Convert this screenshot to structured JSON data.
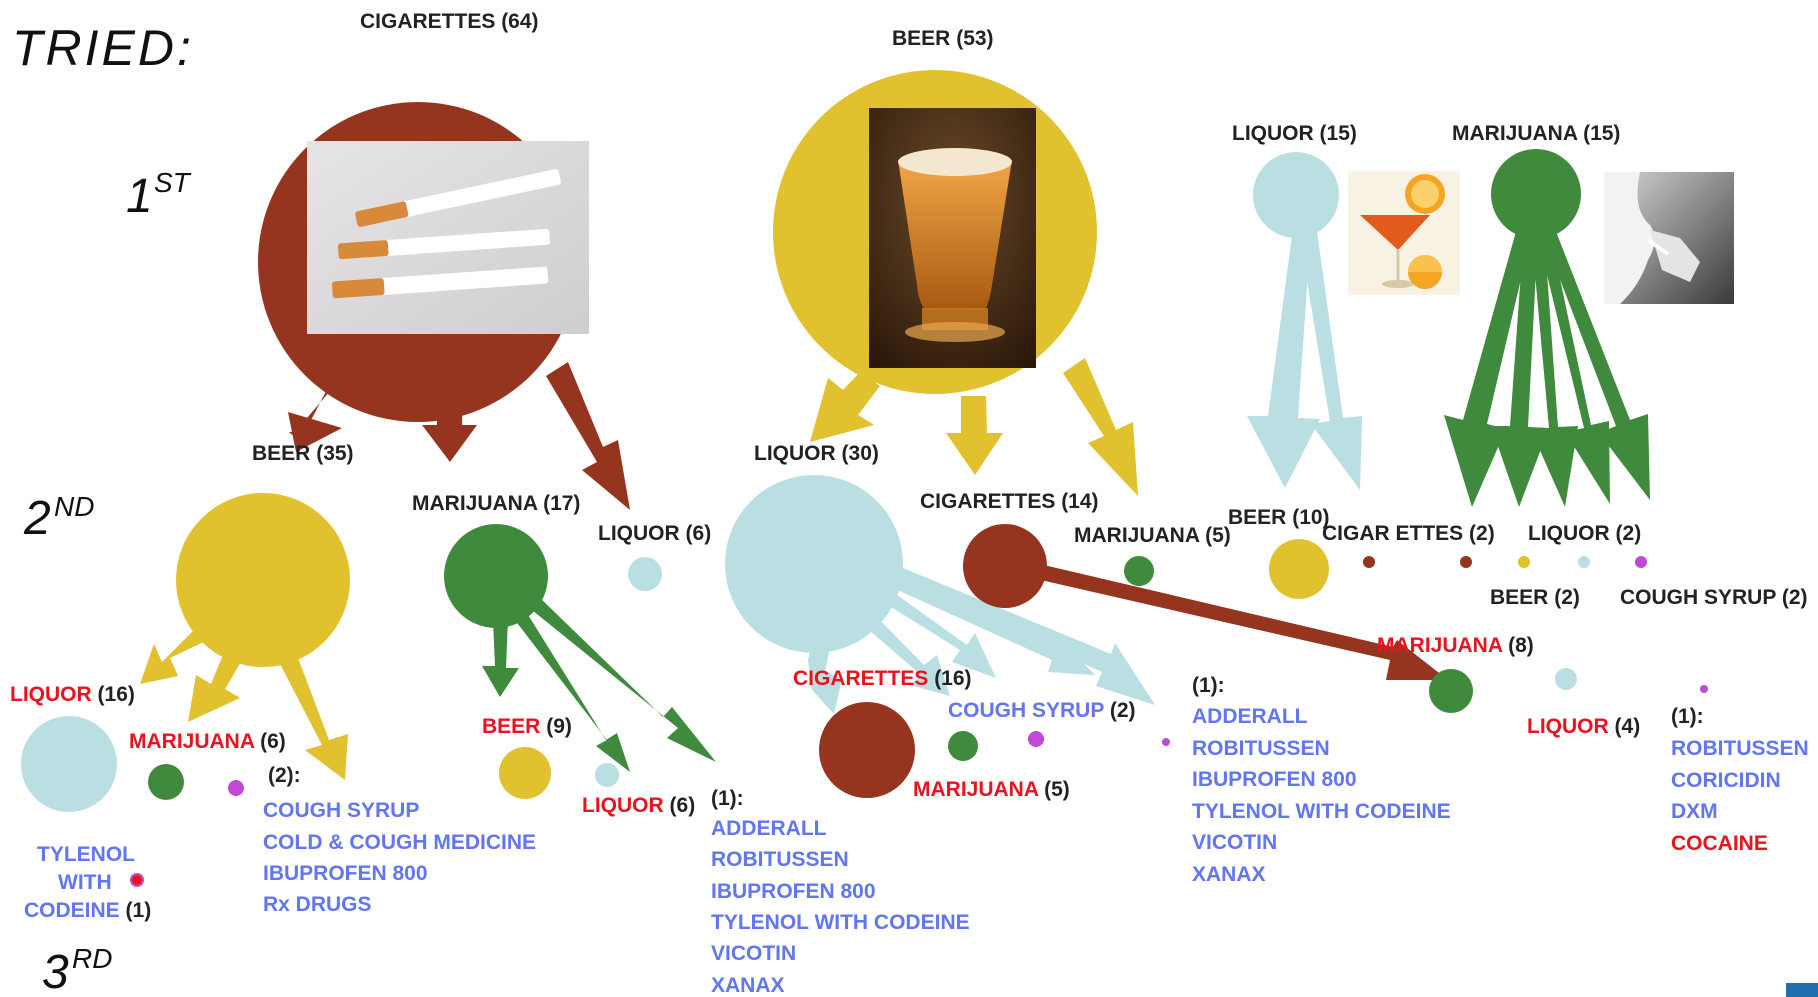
{
  "title": "TRIED:",
  "stages": [
    {
      "num": "1",
      "sup": "ST"
    },
    {
      "num": "2",
      "sup": "ND"
    },
    {
      "num": "3",
      "sup": "RD"
    }
  ],
  "colors": {
    "cigarettes": "#96351f",
    "beer": "#e2c12f",
    "liquor": "#b9dfe3",
    "marijuana": "#3f8a3c",
    "cough_syrup": "#c04ad6",
    "red_text": "#e8141c",
    "blue_text": "#6176f0"
  },
  "first": [
    {
      "key": "cig",
      "name": "CIGARETTES",
      "count": "(64)",
      "image": "cigarettes-photo"
    },
    {
      "key": "beer",
      "name": "BEER",
      "count": "(53)",
      "image": "beer-glass-photo"
    },
    {
      "key": "liq",
      "name": "LIQUOR",
      "count": "(15)",
      "image": "cocktail-photo"
    },
    {
      "key": "mj",
      "name": "MARIJUANA",
      "count": "(15)",
      "image": "smoking-photo"
    }
  ],
  "second": {
    "cig_beer": {
      "name": "BEER",
      "count": "(35)"
    },
    "cig_mj": {
      "name": "MARIJUANA",
      "count": "(17)"
    },
    "cig_liq": {
      "name": "LIQUOR",
      "count": "(6)"
    },
    "beer_liq": {
      "name": "LIQUOR",
      "count": "(30)"
    },
    "beer_cig": {
      "name": "CIGARETTES",
      "count": "(14)"
    },
    "beer_mj": {
      "name": "MARIJUANA",
      "count": "(5)"
    },
    "liq_beer": {
      "name": "BEER",
      "count": "(10)"
    },
    "liq_cig": {
      "name": "CIGAR ETTES",
      "count": "(2)"
    },
    "mj_liq": {
      "name": "LIQUOR",
      "count": "(2)"
    },
    "mj_beer": {
      "name": "BEER",
      "count": "(2)"
    },
    "mj_cough": {
      "name": "COUGH SYRUP",
      "count": "(2)"
    }
  },
  "third": {
    "a_liq": {
      "name": "LIQUOR",
      "count": "(16)"
    },
    "a_mj": {
      "name": "MARIJUANA",
      "count": "(6)"
    },
    "a_tyl": {
      "lines": [
        "TYLENOL",
        "WITH",
        "CODEINE"
      ],
      "count": "(1)"
    },
    "a_list_head": "(2):",
    "a_list": [
      "COUGH SYRUP",
      "COLD & COUGH MEDICINE",
      "IBUPROFEN 800",
      "Rx DRUGS"
    ],
    "b_beer": {
      "name": "BEER",
      "count": "(9)"
    },
    "b_liq": {
      "name": "LIQUOR",
      "count": "(6)"
    },
    "b_list_head": "(1):",
    "b_list": [
      "ADDERALL",
      "ROBITUSSEN",
      "IBUPROFEN 800",
      "TYLENOL WITH CODEINE",
      "VICOTIN",
      "XANAX"
    ],
    "c_cig": {
      "name": "CIGARETTES",
      "count": "(16)"
    },
    "c_cough": {
      "name": "COUGH SYRUP",
      "count": "(2)"
    },
    "c_mj": {
      "name": "MARIJUANA",
      "count": "(5)"
    },
    "c_list_head": "(1):",
    "c_list": [
      "ADDERALL",
      "ROBITUSSEN",
      "IBUPROFEN 800",
      "TYLENOL WITH CODEINE",
      "VICOTIN",
      "XANAX"
    ],
    "d_mj": {
      "name": "MARIJUANA",
      "count": "(8)"
    },
    "d_liq": {
      "name": "LIQUOR",
      "count": "(4)"
    },
    "d_list_head": "(1):",
    "d_list": [
      "ROBITUSSEN",
      "CORICIDIN",
      "DXM"
    ],
    "d_list_red": "COCAINE"
  }
}
